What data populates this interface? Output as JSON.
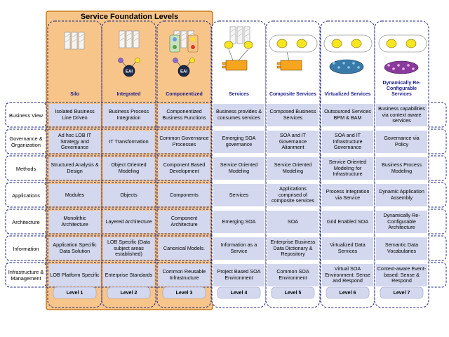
{
  "title": "Service Foundation Levels",
  "colors": {
    "foundation_fill": "#f7c58a",
    "foundation_border": "#c87a1a",
    "cell_fill": "#d4d8ee",
    "dash": "#1a237e",
    "header_text": "#1a1a8a"
  },
  "levels": [
    {
      "name": "Silo",
      "label": "Level 1",
      "icon": "silo-bars-icon"
    },
    {
      "name": "Integrated",
      "label": "Level 2",
      "icon": "eai-hub-icon"
    },
    {
      "name": "Componentized",
      "label": "Level 3",
      "icon": "eai-component-icon"
    },
    {
      "name": "Services",
      "label": "Level 4",
      "icon": "services-icon"
    },
    {
      "name": "Composite Services",
      "label": "Level 5",
      "icon": "composite-services-icon"
    },
    {
      "name": "Virtualized Services",
      "label": "Level 6",
      "icon": "virtualized-services-icon"
    },
    {
      "name": "Dynamically Re-Configurable Services",
      "label": "Level 7",
      "icon": "dynamic-services-icon"
    }
  ],
  "rows": [
    {
      "label": "Business View",
      "cells": [
        "Isolated Business Line Driven",
        "Business Process Integration",
        "Componentized Business Functions",
        "Business provides & consumes services",
        "Composed Business Services",
        "Outsourced Services BPM & BAM",
        "Business capabilities via context aware services"
      ]
    },
    {
      "label": "Governance & Organization",
      "cells": [
        "Ad hoc LOB IT Strategy and Governance",
        "IT Transformation",
        "Common Governance Processes",
        "Emerging SOA governance",
        "SOA and IT Governance Alianment",
        "SOA and IT Infrastructure Governance",
        "Governance via Policy"
      ]
    },
    {
      "label": "Methods",
      "cells": [
        "Structured Analysis & Design",
        "Object Oriented Modeling",
        "Component Based Development",
        "Service Oriented Modeling",
        "Service Oriented Modeling",
        "Service Oriented Modeling for Infrastructure",
        "Business Process Modeling"
      ]
    },
    {
      "label": "Applications",
      "cells": [
        "Modules",
        "Objects",
        "Components",
        "Services",
        "Applications comprised of composite services",
        "Process Integration via Service",
        "Dynamic Application Assembly"
      ]
    },
    {
      "label": "Architecture",
      "cells": [
        "Monolithic Architecture",
        "Layered Architecture",
        "Component Architecture",
        "Emerging SOA",
        "SOA",
        "Grid Enabled SOA",
        "Dynamically Re-Configurable Architecture"
      ]
    },
    {
      "label": "Information",
      "cells": [
        "Application Specific Data Solution",
        "LOB Specific (Data subject areas established)",
        "Canonical Models.",
        "Information as a Service",
        "Enterprise Business Data Dictionary & Repository",
        "Virtualized Data Services",
        "Semantic Data Vocabularies"
      ]
    },
    {
      "label": "Infrastructure & Management",
      "cells": [
        "LOB Platform Specific",
        "Enterprise Standards",
        "Common Reusable Infrastructure",
        "Project Based SOA Environment",
        "Common SOA Environment",
        "Virtual SOA Environment: Sense and Respond",
        "Context-aware Event-based: Sense & Respond"
      ]
    }
  ]
}
